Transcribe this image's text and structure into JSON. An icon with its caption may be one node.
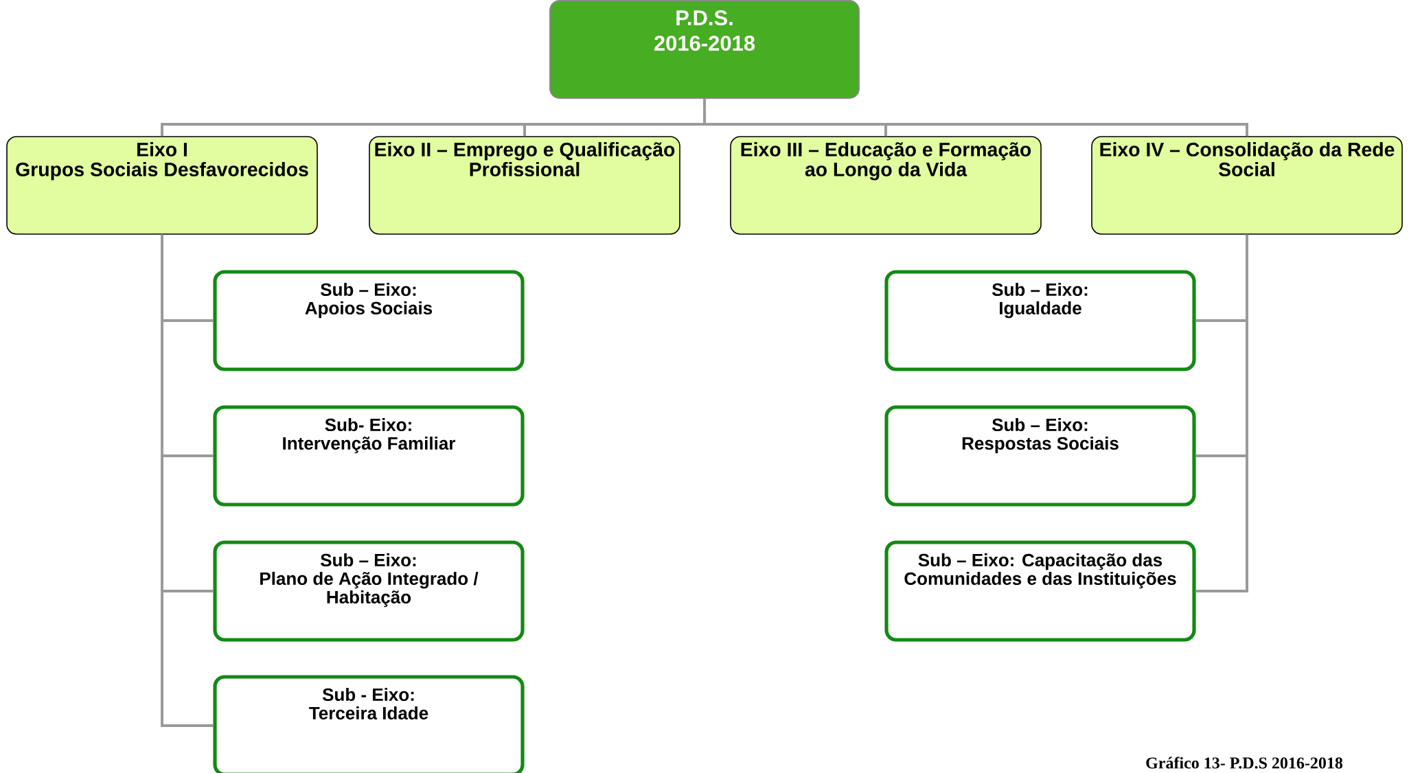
{
  "diagram": {
    "caption": "Gráfico 13- P.D.S 2016-2018",
    "nodes": [
      {
        "text": [
          "P.D.S.",
          "2016-2018"
        ]
      },
      {
        "text": [
          "Eixo I",
          "Grupos Sociais Desfavorecidos"
        ]
      },
      {
        "text": [
          "Eixo II – Emprego e Qualificação Profissional"
        ]
      },
      {
        "text": [
          "Eixo III – Educação e Formação ao Longo da Vida"
        ]
      },
      {
        "text": [
          "Eixo IV – Consolidação da Rede Social"
        ]
      },
      {
        "text": [
          "Sub – Eixo:",
          "Apoios Sociais"
        ]
      },
      {
        "text": [
          "Sub- Eixo:",
          "Intervenção Familiar"
        ]
      },
      {
        "text": [
          "Sub – Eixo:",
          "Plano de Ação Integrado / Habitação"
        ]
      },
      {
        "text": [
          "Sub - Eixo:",
          "Terceira Idade"
        ]
      },
      {
        "text": [
          "Sub – Eixo:",
          "Igualdade"
        ]
      },
      {
        "text": [
          "Sub – Eixo:",
          "Respostas Sociais"
        ]
      },
      {
        "text": [
          "Sub – Eixo: Capacitação das Comunidades e das Instituições"
        ]
      }
    ],
    "edges": [
      {
        "from": 0,
        "to": 1,
        "arrow": "none"
      },
      {
        "from": 0,
        "to": 2,
        "arrow": "none"
      },
      {
        "from": 0,
        "to": 3,
        "arrow": "none"
      },
      {
        "from": 0,
        "to": 4,
        "arrow": "none"
      },
      {
        "from": 1,
        "to": 5,
        "arrow": "none"
      },
      {
        "from": 1,
        "to": 6,
        "arrow": "none"
      },
      {
        "from": 1,
        "to": 7,
        "arrow": "none"
      },
      {
        "from": 1,
        "to": 8,
        "arrow": "none"
      },
      {
        "from": 4,
        "to": 9,
        "arrow": "none"
      },
      {
        "from": 4,
        "to": 10,
        "arrow": "none"
      },
      {
        "from": 4,
        "to": 11,
        "arrow": "none"
      }
    ]
  }
}
